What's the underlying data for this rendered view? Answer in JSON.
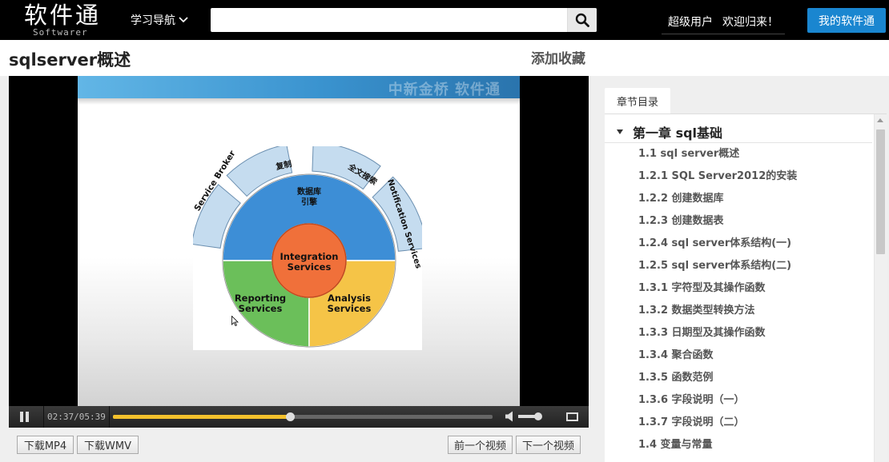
{
  "header": {
    "logo": "软件通",
    "logo_sub": "Softwarer",
    "nav_label": "学习导航",
    "search_placeholder": "",
    "user_role": "超级用户",
    "welcome": "欢迎归来！",
    "my_button": "我的软件通"
  },
  "page": {
    "title": "sqlserver概述",
    "favorite": "添加收藏"
  },
  "video": {
    "banner_text": "中新金桥 软件通",
    "time": "02:37/05:39",
    "progress_fraction": 0.466,
    "volume_fraction": 0.9,
    "diagram": {
      "core": [
        "Integration",
        "Services"
      ],
      "engine": [
        "数据库",
        "引擎"
      ],
      "reporting": [
        "Reporting",
        "Services"
      ],
      "analysis": [
        "Analysis",
        "Services"
      ],
      "outer": [
        "Service Broker",
        "复制",
        "全文搜索",
        "Notification Services"
      ],
      "colors": {
        "engine": "#3d8ed6",
        "reporting": "#6bbf5a",
        "analysis": "#f5c447",
        "core": "#f0703a",
        "outer": "#c5dcef"
      }
    }
  },
  "actions": {
    "download_mp4": "下载MP4",
    "download_wmv": "下载WMV",
    "prev_video": "前一个视频",
    "next_video": "下一个视频"
  },
  "sidebar": {
    "tab": "章节目录",
    "chapter": "第一章 sql基础",
    "lessons": [
      "1.1 sql server概述",
      "1.2.1 SQL Server2012的安装",
      "1.2.2 创建数据库",
      "1.2.3 创建数据表",
      "1.2.4 sql server体系结构(一)",
      "1.2.5 sql server体系结构(二)",
      "1.3.1 字符型及其操作函数",
      "1.3.2 数据类型转换方法",
      "1.3.3 日期型及其操作函数",
      "1.3.4 聚合函数",
      "1.3.5 函数范例",
      "1.3.6 字段说明（一）",
      "1.3.7 字段说明（二）",
      "1.4 变量与常量"
    ]
  }
}
